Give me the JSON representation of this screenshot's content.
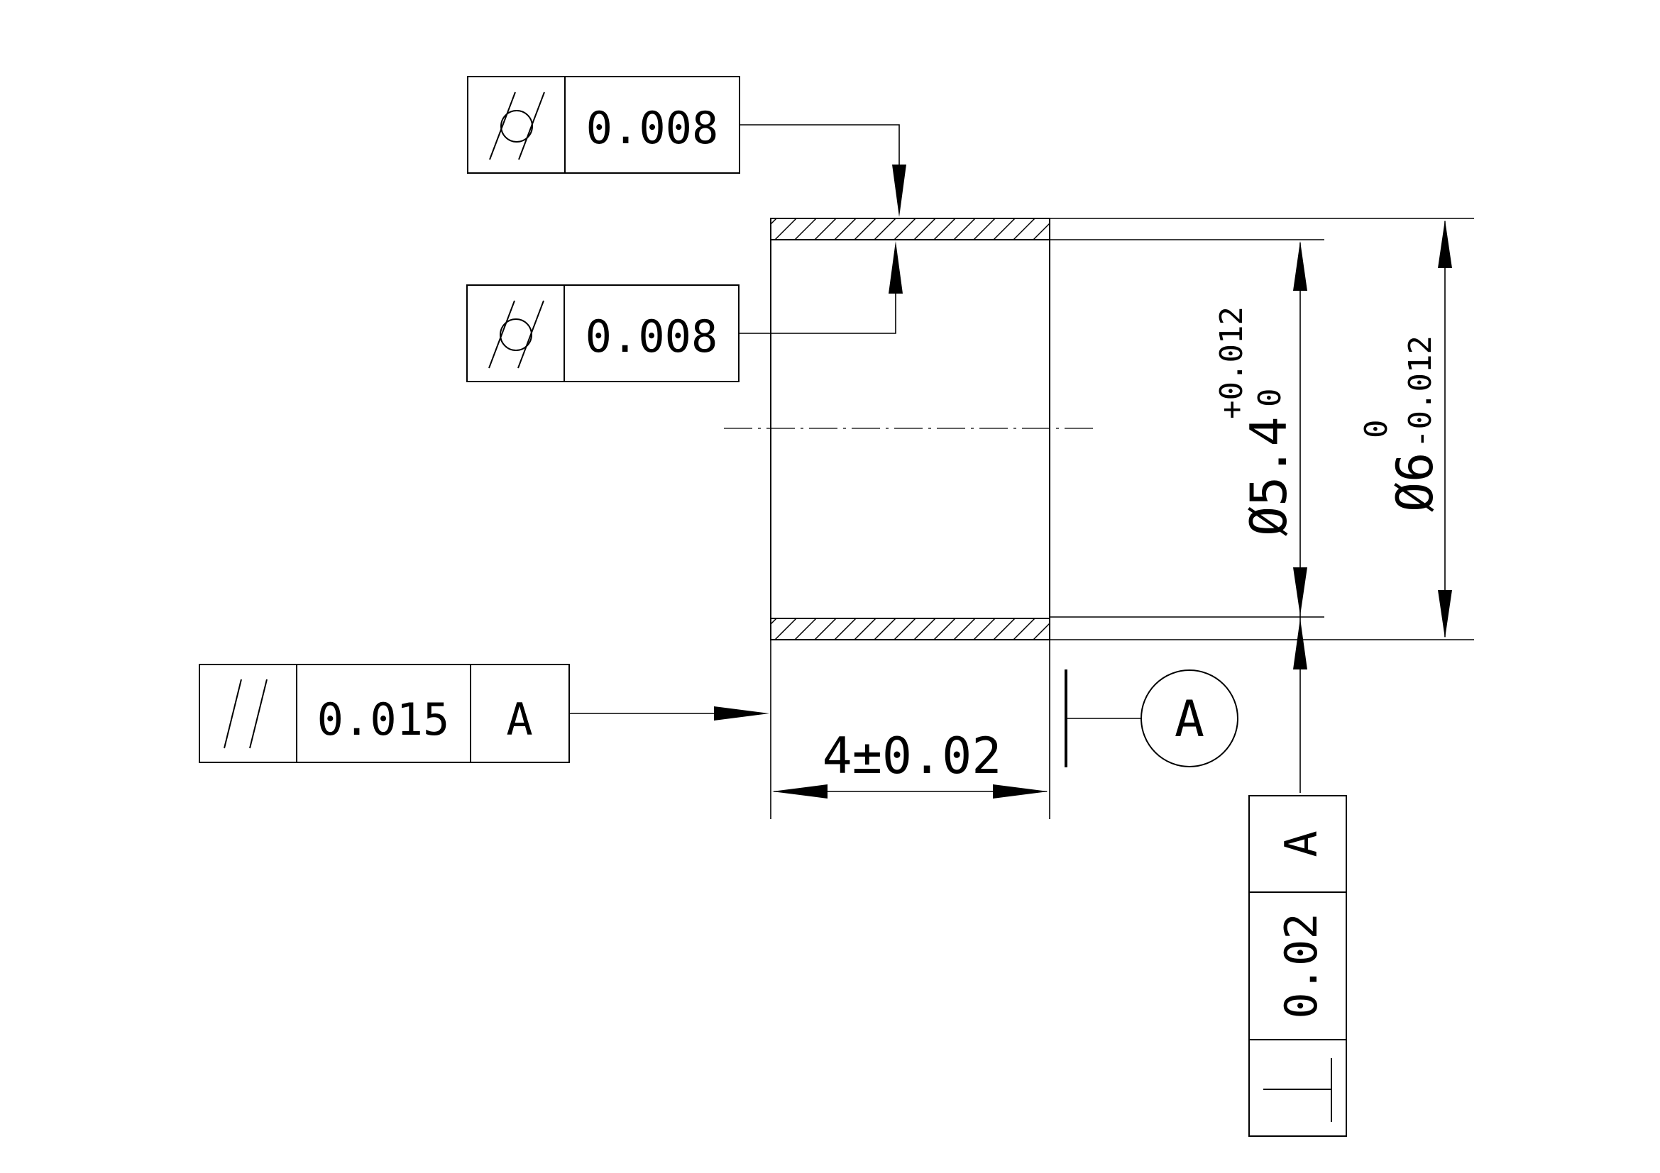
{
  "feature_frames": {
    "top_cylindricity": {
      "symbol": "cylindricity-icon",
      "tolerance": "0.008"
    },
    "bottom_cylindricity": {
      "symbol": "cylindricity-icon",
      "tolerance": "0.008"
    },
    "parallelism": {
      "symbol": "parallelism-icon",
      "tolerance": "0.015",
      "datum": "A"
    },
    "perpendicularity": {
      "symbol": "perpendicularity-icon",
      "tolerance": "0.02",
      "datum": "A"
    }
  },
  "datum_feature": {
    "label": "A"
  },
  "dimensions": {
    "length": {
      "text": "4±0.02"
    },
    "inner_diameter": {
      "prefix": "Ø",
      "nominal": "5.4",
      "upper": "+0.012",
      "lower": "0"
    },
    "outer_diameter": {
      "prefix": "Ø",
      "nominal": "6",
      "upper": "0",
      "lower": "-0.012"
    }
  },
  "colors": {
    "line": "#000000",
    "background": "#ffffff"
  }
}
